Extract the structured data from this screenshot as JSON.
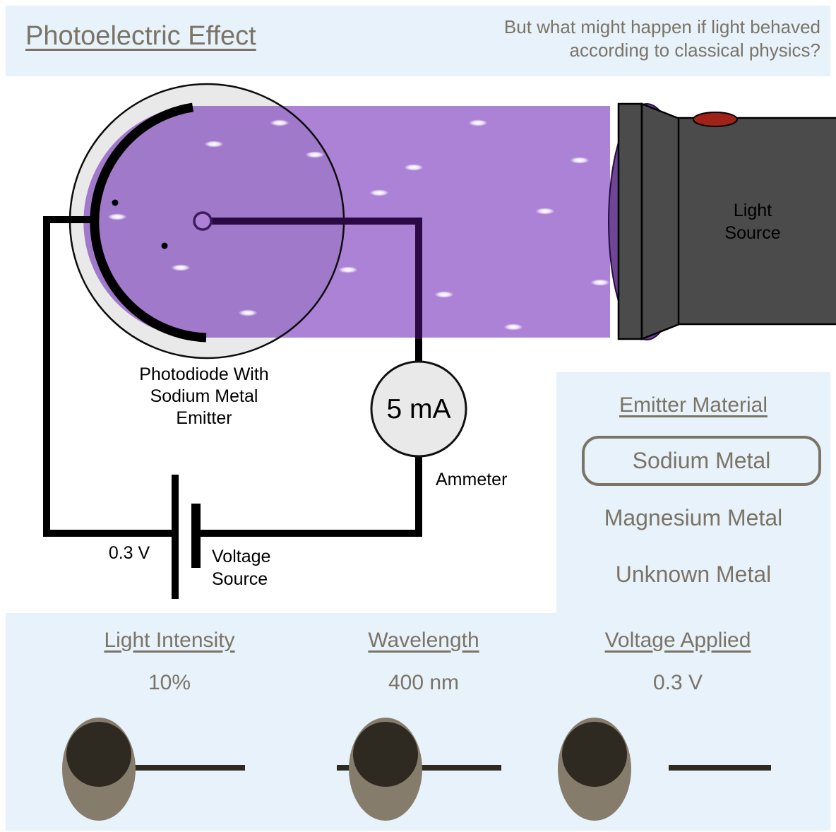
{
  "header": {
    "title": "Photoelectric Effect",
    "question": "But what might happen if light behaved\naccording to classical physics?"
  },
  "diagram": {
    "photodiode_label": [
      "Photodiode With",
      "Sodium Metal",
      "Emitter"
    ],
    "ammeter_value": "5 mA",
    "ammeter_label": "Ammeter",
    "battery_voltage": "0.3 V",
    "voltage_source_label": [
      "Voltage",
      "Source"
    ],
    "light_source_label": [
      "Light",
      "Source"
    ]
  },
  "emitter": {
    "heading": "Emitter Material",
    "options": [
      {
        "label": "Sodium Metal",
        "selected": true
      },
      {
        "label": "Magnesium Metal",
        "selected": false
      },
      {
        "label": "Unknown Metal",
        "selected": false
      }
    ]
  },
  "controls": [
    {
      "heading": "Light Intensity",
      "value": "10%"
    },
    {
      "heading": "Wavelength",
      "value": "400 nm"
    },
    {
      "heading": "Voltage Applied",
      "value": "0.3 V"
    }
  ],
  "colors": {
    "panel_blue": "#e7f2fb",
    "accent_brown": "#7b7466",
    "beam_purple": "#ab82d6",
    "wire_dark_purple": "#2b0a43",
    "flashlight_gray": "#4b4b4b",
    "button_red": "#a02219",
    "knob_body": "#867c6b",
    "knob_core": "#2f2a21"
  }
}
